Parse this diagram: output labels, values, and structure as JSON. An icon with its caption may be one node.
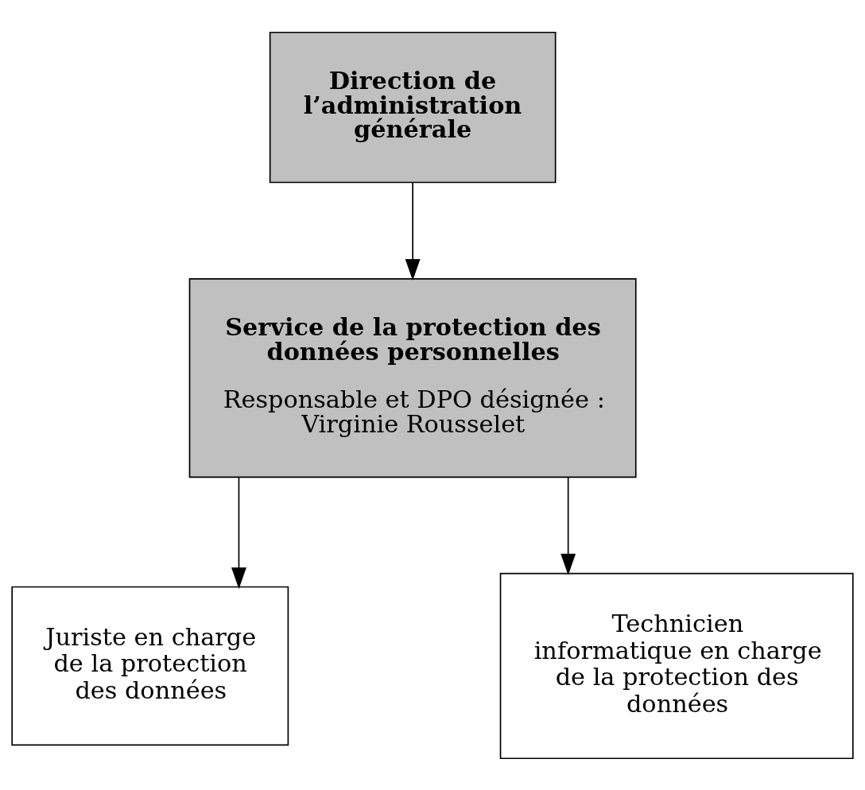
{
  "diagram": {
    "nodes": [
      {
        "text": [
          "Direction de l’administration générale"
        ]
      },
      {
        "text": [
          "Service de la protection des données personnelles",
          "Responsable et DPO désignée : Virginie Rousselet"
        ]
      },
      {
        "text": [
          "Juriste en charge de la protection des données"
        ]
      },
      {
        "text": [
          "Technicien informatique en charge de la protection des données"
        ]
      }
    ],
    "edges": [
      {
        "from": 0,
        "to": 1,
        "arrow": "to"
      },
      {
        "from": 1,
        "to": 2,
        "arrow": "to"
      },
      {
        "from": 1,
        "to": 3,
        "arrow": "to"
      }
    ]
  }
}
